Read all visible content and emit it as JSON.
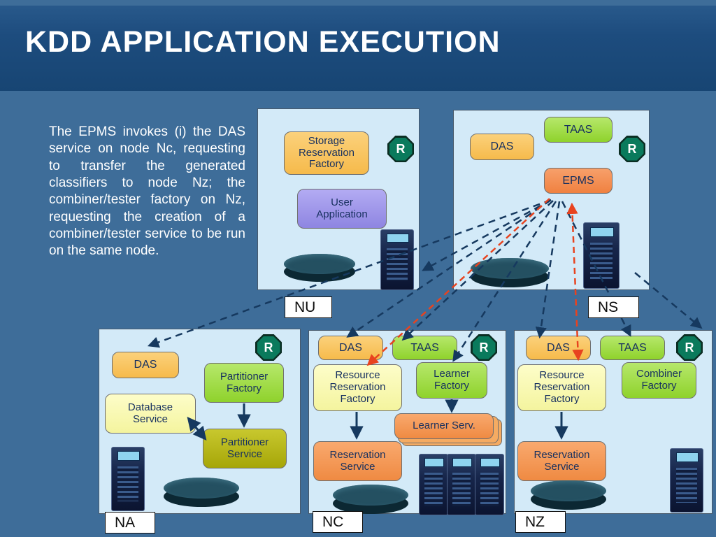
{
  "slide": {
    "title": "KDD APPLICATION EXECUTION",
    "description": "The EPMS invokes (i) the DAS service on node Nc, requesting to transfer the generated classifiers to node Nz; the combiner/tester factory on Nz, requesting the creation of a combiner/tester service to be run on the same node."
  },
  "badge": "R",
  "nodes": {
    "nu": {
      "label": "NU",
      "storage_factory": "Storage Reservation Factory",
      "user_application": "User Application"
    },
    "ns": {
      "label": "NS",
      "das": "DAS",
      "taas": "TAAS",
      "epms": "EPMS"
    },
    "na": {
      "label": "NA",
      "das": "DAS",
      "partitioner_factory": "Partitioner Factory",
      "database_service": "Database Service",
      "partitioner_service": "Partitioner Service"
    },
    "nc": {
      "label": "NC",
      "das": "DAS",
      "taas": "TAAS",
      "resource_reservation_factory": "Resource Reservation Factory",
      "learner_factory": "Learner Factory",
      "learner_service": "Learner Serv.",
      "reservation_service": "Reservation Service"
    },
    "nz": {
      "label": "NZ",
      "das": "DAS",
      "taas": "TAAS",
      "resource_reservation_factory": "Resource Reservation Factory",
      "combiner_factory": "Combiner Factory",
      "reservation_service": "Reservation Service"
    }
  },
  "colors": {
    "slide_bg": "#3e6d99",
    "header_bg": "#1d4c7e",
    "node_bg": "#d3eaf8",
    "factory_orange": "#f6ba4b",
    "epms_salmon": "#f08140",
    "factory_green": "#8fd22c",
    "user_app_lavender": "#8e85e1",
    "pale_yellow": "#f4f49e",
    "partitioner_olive": "#a6a608",
    "service_orange": "#ef8a42",
    "badge_green": "#0a7a5c",
    "arrow_navy": "#16395f",
    "arrow_red": "#e8431f"
  }
}
